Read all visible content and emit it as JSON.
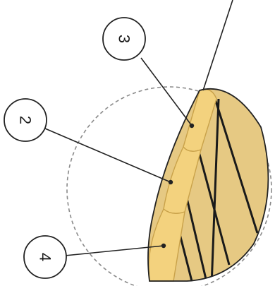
{
  "callouts": [
    {
      "id": "callout-3",
      "label": "3"
    },
    {
      "id": "callout-2",
      "label": "2"
    },
    {
      "id": "callout-4",
      "label": "4"
    }
  ],
  "colors": {
    "segment_fill": "#f3d27e",
    "segment_edge": "#c9a24a",
    "body_fill": "#e6c983",
    "stripe": "#1a1a1a",
    "outline": "#222222",
    "detail_circle": "#8a8a8a",
    "leader": "#222222"
  }
}
